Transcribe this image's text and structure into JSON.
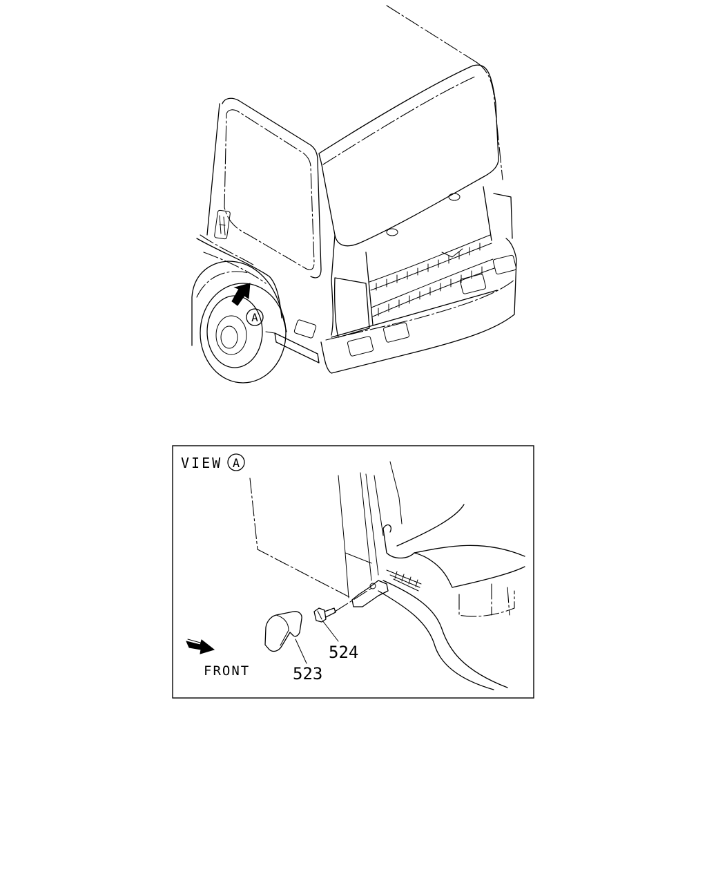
{
  "truck_view": {
    "callout_letter": "A"
  },
  "detail_view": {
    "title_text": "VIEW",
    "title_letter": "A",
    "front_label": "FRONT",
    "parts": [
      {
        "number": "523"
      },
      {
        "number": "524"
      }
    ]
  }
}
